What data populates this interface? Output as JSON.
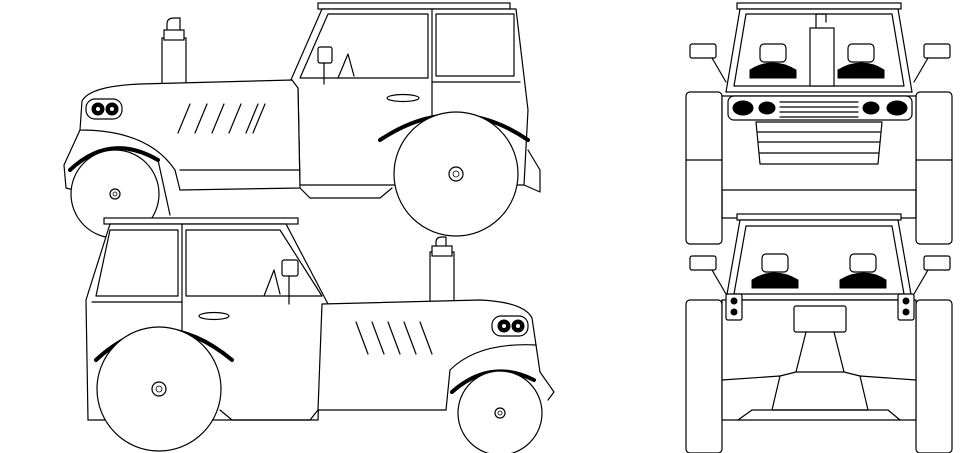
{
  "drawing": {
    "views": [
      {
        "id": "side-left"
      },
      {
        "id": "side-right"
      },
      {
        "id": "front"
      },
      {
        "id": "rear"
      }
    ],
    "colors": {
      "line": "#000000",
      "background": "#ffffff"
    }
  }
}
